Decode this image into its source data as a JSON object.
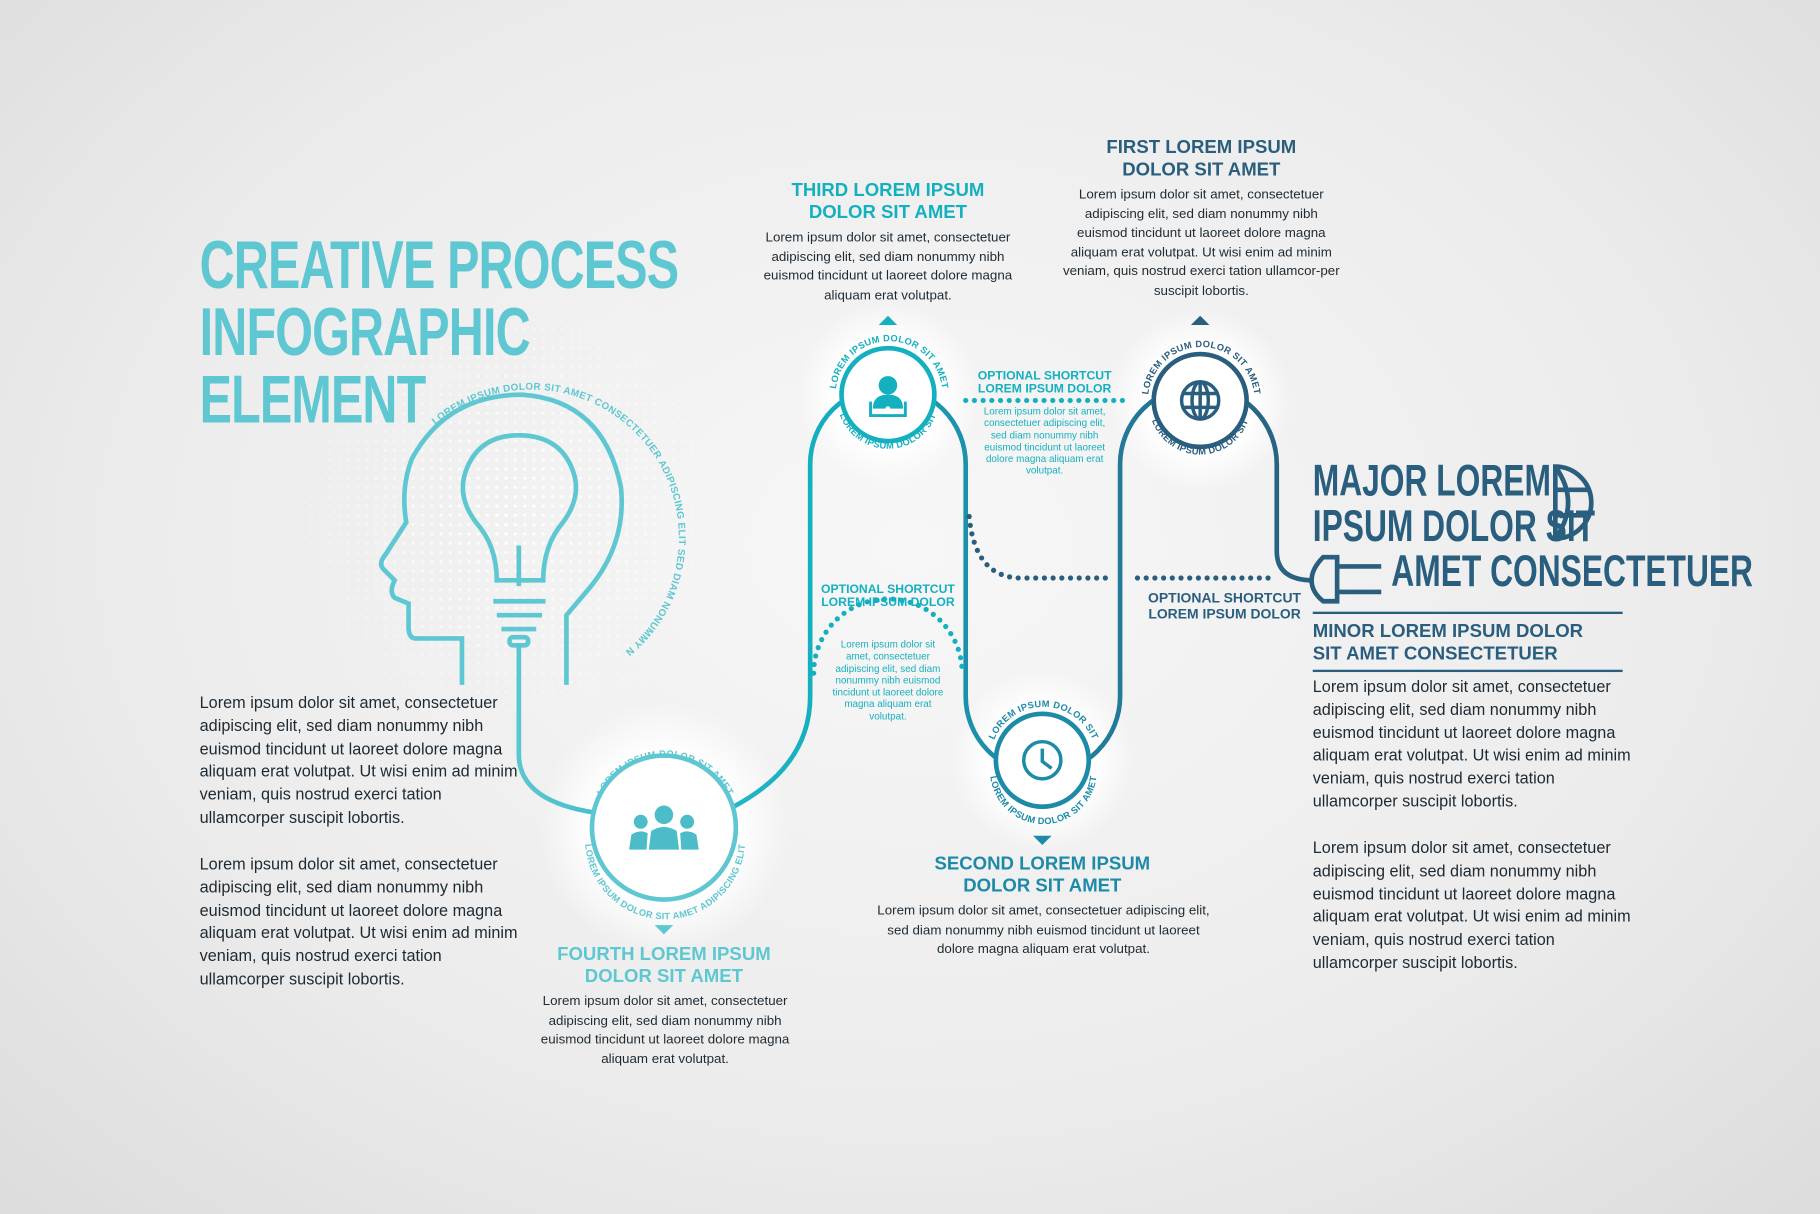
{
  "title": {
    "line1": "CREATIVE PROCESS",
    "line2": "INFOGRAPHIC",
    "line3": "ELEMENT"
  },
  "colors": {
    "light_teal": "#5ec7d1",
    "teal": "#14b0c0",
    "navy": "#2a5e7e"
  },
  "head_arc_text": "LOREM IPSUM DOLOR SIT AMET CONSECTETUER ADIPISCING ELIT SED DIAM NONUMMY NIBH",
  "left_paragraphs": [
    "Lorem ipsum dolor sit amet, consectetuer adipiscing elit, sed diam nonummy nibh euismod tincidunt ut laoreet dolore magna aliquam erat volutpat. Ut wisi enim ad minim veniam, quis nostrud exerci tation ullamcorper suscipit lobortis.",
    "Lorem ipsum dolor sit amet, consectetuer adipiscing elit, sed diam nonummy nibh euismod tincidunt ut laoreet dolore magna aliquam erat volutpat. Ut wisi enim ad minim veniam, quis nostrud exerci tation ullamcorper suscipit lobortis."
  ],
  "steps": {
    "first": {
      "heading": "FIRST LOREM IPSUM DOLOR SIT AMET",
      "text": "Lorem ipsum dolor sit amet, consectetuer adipiscing elit, sed diam nonummy nibh euismod tincidunt ut laoreet dolore magna aliquam erat volutpat. Ut wisi enim ad minim veniam, quis nostrud exerci tation ullamcor-per suscipit lobortis.",
      "ring_top": "LOREM IPSUM DOLOR SIT AMET",
      "ring_bottom": "LOREM IPSUM DOLOR SIT",
      "icon": "globe-icon"
    },
    "second": {
      "heading": "SECOND LOREM IPSUM DOLOR SIT AMET",
      "text": "Lorem ipsum dolor sit amet, consectetuer adipiscing elit, sed diam nonummy nibh euismod tincidunt ut laoreet dolore magna aliquam erat volutpat.",
      "ring_top": "LOREM IPSUM DOLOR SIT",
      "ring_bottom": "LOREM IPSUM DOLOR SIT AMET",
      "icon": "clock-icon"
    },
    "third": {
      "heading": "THIRD LOREM IPSUM DOLOR SIT AMET",
      "text": "Lorem ipsum dolor sit amet, consectetuer adipiscing elit, sed diam nonummy nibh euismod tincidunt ut laoreet dolore magna aliquam erat volutpat.",
      "ring_top": "LOREM IPSUM DOLOR SIT AMET",
      "ring_bottom": "LOREM IPSUM DOLOR SIT",
      "icon": "user-laptop-icon"
    },
    "fourth": {
      "heading": "FOURTH LOREM IPSUM DOLOR SIT AMET",
      "text": "Lorem ipsum dolor sit amet, consectetuer adipiscing elit, sed diam nonummy nibh euismod tincidunt ut laoreet dolore magna aliquam erat volutpat.",
      "ring_top": "LOREM IPSUM DOLOR SIT AMET",
      "ring_bottom": "LOREM IPSUM DOLOR SIT AMET ADIPISCING ELIT",
      "icon": "team-icon"
    }
  },
  "shortcuts": [
    {
      "heading": "OPTIONAL SHORTCUT LOREM IPSUM DOLOR",
      "text": "Lorem ipsum dolor sit amet, consectetuer adipiscing elit, sed diam nonummy nibh euismod tincidunt ut laoreet dolore magna aliquam erat volutpat."
    },
    {
      "heading": "OPTIONAL SHORTCUT LOREM IPSUM DOLOR",
      "text": "Lorem ipsum dolor sit amet, consectetuer adipiscing elit, sed diam nonummy nibh euismod tincidunt ut laoreet dolore magna aliquam erat volutpat."
    },
    {
      "heading": "OPTIONAL SHORTCUT LOREM IPSUM DOLOR"
    }
  ],
  "major": {
    "line1": "MAJOR LOREM",
    "line2": "IPSUM DOLOR SIT",
    "line3": "AMET CONSECTETUER",
    "minor": "MINOR LOREM IPSUM DOLOR SIT AMET CONSECTETUER"
  },
  "right_paragraphs": [
    "Lorem ipsum dolor sit amet, consectetuer adipiscing elit, sed diam nonummy nibh euismod tincidunt ut laoreet dolore magna aliquam erat volutpat. Ut wisi enim ad minim veniam, quis nostrud exerci tation ullamcorper suscipit lobortis.",
    "Lorem ipsum dolor sit amet, consectetuer adipiscing elit, sed diam nonummy nibh euismod tincidunt ut laoreet dolore magna aliquam erat volutpat. Ut wisi enim ad minim veniam, quis nostrud exerci tation ullamcorper suscipit lobortis."
  ]
}
